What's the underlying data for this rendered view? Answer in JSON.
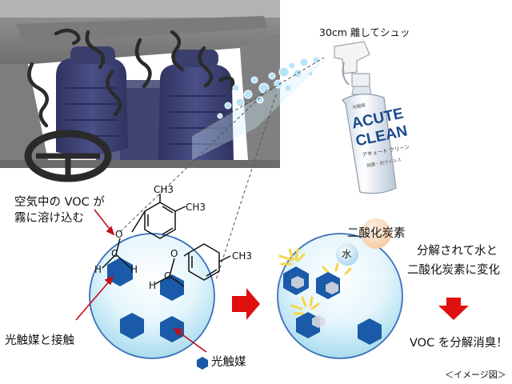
{
  "texts": {
    "spray_instruction": "30cm 離してシュッ",
    "voc_line1": "空気中の VOC が",
    "voc_line2": "霧に溶け込む",
    "contact_label": "光触媒と接触",
    "photocatalyst_legend": "光触媒",
    "co2_label": "二酸化炭素",
    "water_label": "水",
    "result_line1": "分解されて水と",
    "result_line2": "二酸化炭素に変化",
    "voc_decompose": "VOC を分解消臭！",
    "image_note": "＜イメージ図＞"
  },
  "bottle": {
    "brand_line1": "ACUTE",
    "brand_line2": "CLEAN",
    "product_kana": "アキュート クリーン",
    "bottle_small_1": "光触媒",
    "bottle_small_2": "除菌・抗ウイルス"
  },
  "molecule_atoms": {
    "ch3": "CH3",
    "oxygen": "O",
    "carbon": "C",
    "hydrogen": "H"
  },
  "colors": {
    "hexagon_blue": "#1a5aa8",
    "sphere_light": "#e6f6fc",
    "sphere_edge": "#3d6fb8",
    "arrow_red": "#e01010",
    "seat_navy": "#3b3f6e",
    "car_gray": "#8a8a8a"
  }
}
